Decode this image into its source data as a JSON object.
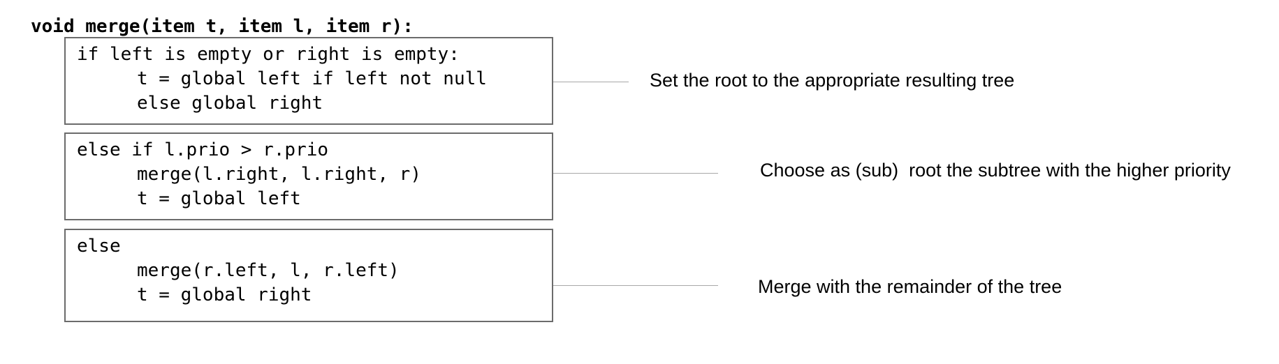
{
  "signature": "void merge(item t, item l, item r):",
  "blocks": [
    {
      "lines": [
        "if left is empty or right is empty:",
        "t = global left if left not null",
        "else global right"
      ],
      "note": "Set the root to the appropriate resulting tree"
    },
    {
      "lines": [
        "else if l.prio > r.prio",
        "merge(l.right, l.right, r)",
        "t = global left"
      ],
      "note": "Choose as (sub)  root the subtree with the higher priority"
    },
    {
      "lines": [
        "else",
        "merge(r.left, l, r.left)",
        "t = global right"
      ],
      "note": "Merge with the remainder of the tree"
    }
  ]
}
